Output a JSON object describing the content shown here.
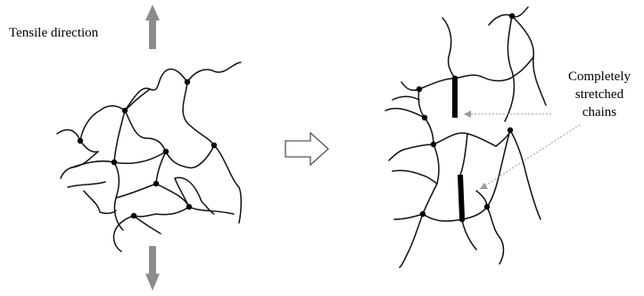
{
  "labels": {
    "tensile_direction": "Tensile direction",
    "callout_line1": "Completely",
    "callout_line2": "stretched",
    "callout_line3": "chains"
  },
  "colors": {
    "background": "#ffffff",
    "chain": "#111111",
    "tensile_arrow": "#8c8c8c",
    "process_arrow": "#555555",
    "pointer_line": "#9a9a9a"
  },
  "icons": {
    "tensile_up": "arrow-up-icon",
    "tensile_down": "arrow-down-icon",
    "process": "hollow-right-arrow-icon"
  }
}
